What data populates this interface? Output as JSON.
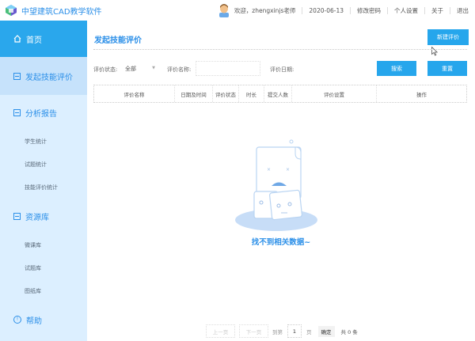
{
  "header": {
    "app_title": "中望建筑CAD教学软件",
    "welcome": "欢迎，zhengxinjs老师",
    "date": "2020-06-13",
    "links": [
      "修改密码",
      "个人设置",
      "关于",
      "退出"
    ]
  },
  "sidebar": {
    "home": "首页",
    "active": "发起技能评价",
    "report": {
      "label": "分析报告",
      "items": [
        "学生统计",
        "试题统计",
        "技能评价统计"
      ]
    },
    "resources": {
      "label": "资源库",
      "items": [
        "微课库",
        "试题库",
        "图纸库"
      ]
    },
    "help": "帮助"
  },
  "main": {
    "title": "发起技能评价",
    "new_button": "新建评价",
    "filters": {
      "status_label": "评价状态:",
      "status_value": "全部",
      "name_label": "评价名称:",
      "name_value": "",
      "date_label": "评价日期:",
      "date_value": ""
    },
    "search_button": "搜索",
    "reset_button": "重置",
    "table": {
      "columns": [
        "评价名称",
        "日期及时间",
        "评价状态",
        "时长",
        "提交人数",
        "评价设置",
        "操作"
      ],
      "rows": []
    },
    "empty_text": "找不到相关数据~",
    "pagination": {
      "prev": "上一页",
      "next": "下一页",
      "goto_label": "到第",
      "page": "1",
      "page_suffix": "页",
      "confirm": "确定",
      "total": "共 0 条"
    }
  },
  "colors": {
    "accent": "#2aa7ec",
    "text_blue": "#2b8fe8",
    "sidebar_bg": "#dcefff",
    "sidebar_active": "#c6e2fb"
  }
}
